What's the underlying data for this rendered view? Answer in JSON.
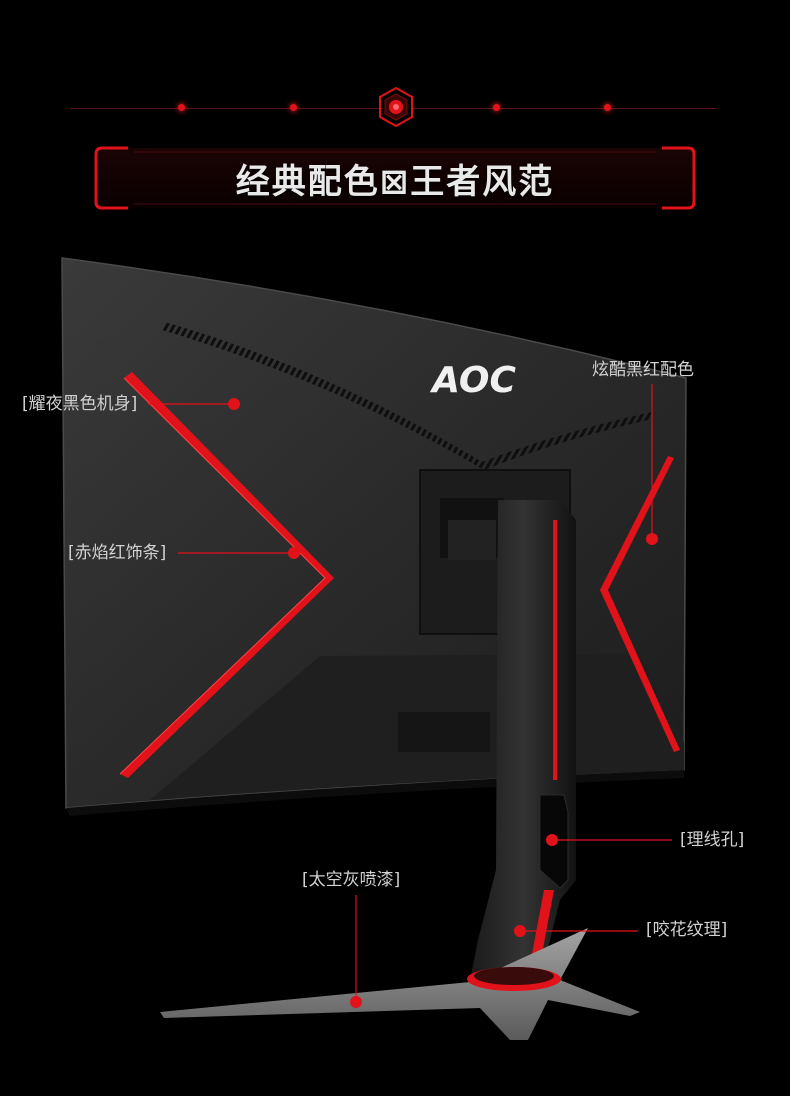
{
  "header": {
    "title": "经典配色⊠王者风范"
  },
  "monitor": {
    "brand": "AOC"
  },
  "callouts": {
    "body_color": "[耀夜黑色机身]",
    "red_trim": "[赤焰红饰条]",
    "color_scheme": "炫酷黑红配色",
    "cable_hole": "[理线孔]",
    "paint": "[太空灰喷漆]",
    "texture": "[咬花纹理]"
  },
  "colors": {
    "accent_red": "#e2121a",
    "body_dark": "#2a2a2a",
    "background": "#000000"
  }
}
